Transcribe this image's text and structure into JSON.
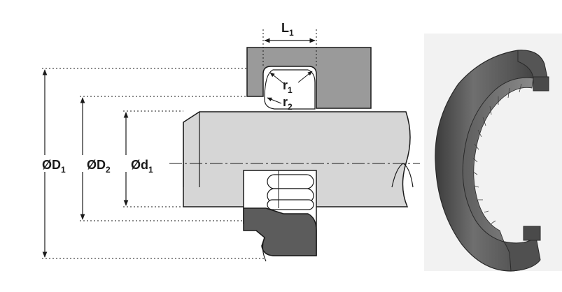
{
  "labels": {
    "L1": {
      "main": "L",
      "sub": "1"
    },
    "r1": {
      "main": "r",
      "sub": "1"
    },
    "r2": {
      "main": "r",
      "sub": "2"
    },
    "D1": {
      "main": "ØD",
      "sub": "1"
    },
    "D2": {
      "main": "ØD",
      "sub": "2"
    },
    "d1": {
      "main": "Ød",
      "sub": "1"
    }
  },
  "colors": {
    "housing": "#9a9a9a",
    "shaft": "#d6d6d6",
    "seal": "#5a5a5a",
    "seal_body": "#6b6b6b",
    "seal_inner": "#4e4e4e",
    "lines": "#1a1a1a"
  }
}
